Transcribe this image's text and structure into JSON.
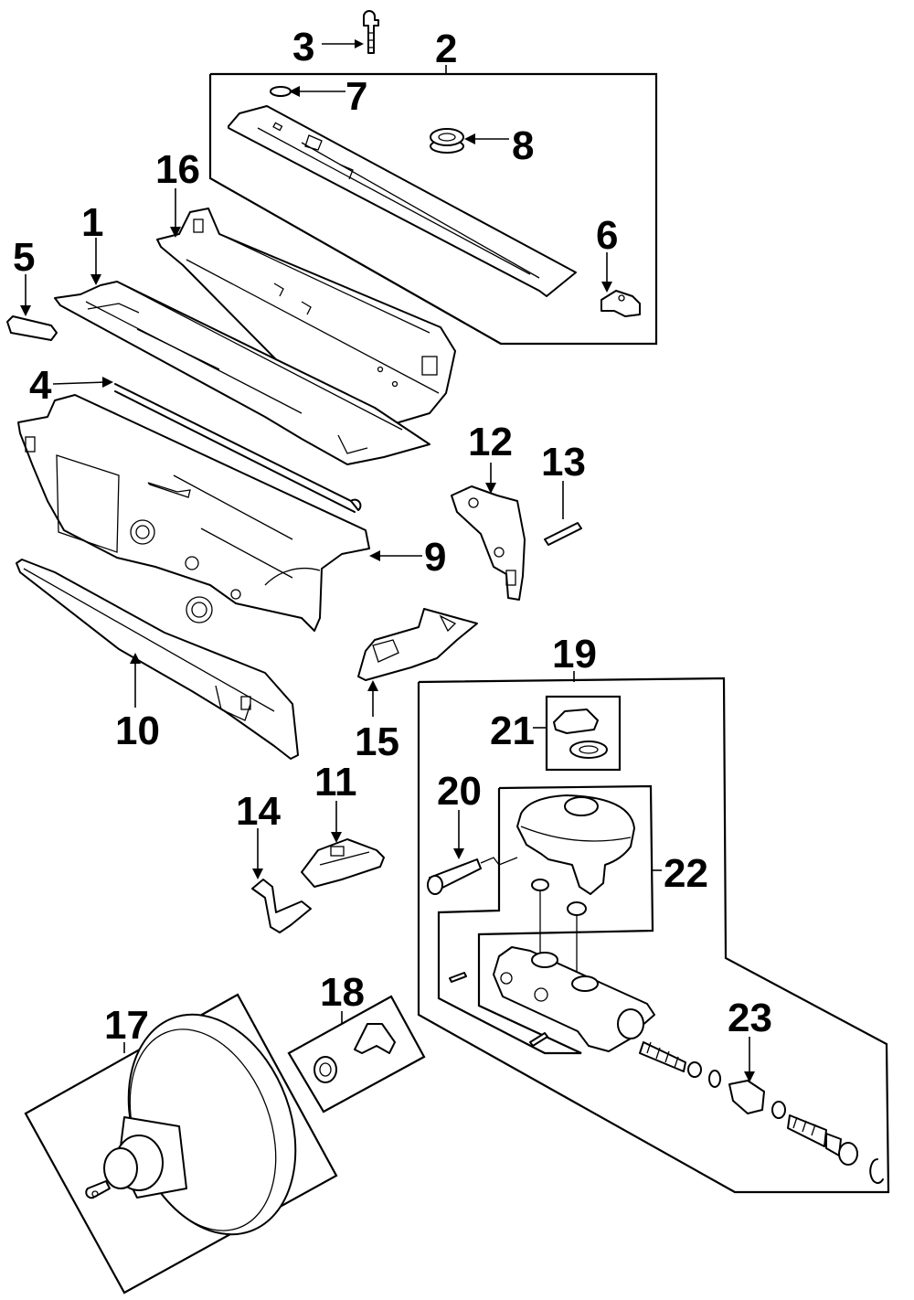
{
  "diagram": {
    "type": "exploded-parts-diagram",
    "subject": "Cowl panels, dash panel, brake booster and master cylinder",
    "colors": {
      "line": "#000000",
      "background": "#ffffff"
    },
    "callouts": [
      {
        "id": "1",
        "part": "cowl-top-panel"
      },
      {
        "id": "2",
        "part": "cowl-vent-panel-assembly"
      },
      {
        "id": "3",
        "part": "clip-screw"
      },
      {
        "id": "4",
        "part": "weatherstrip-seal"
      },
      {
        "id": "5",
        "part": "end-cap"
      },
      {
        "id": "6",
        "part": "retainer-clip"
      },
      {
        "id": "7",
        "part": "plug"
      },
      {
        "id": "8",
        "part": "grommet"
      },
      {
        "id": "9",
        "part": "dash-panel"
      },
      {
        "id": "10",
        "part": "lower-cowl-panel"
      },
      {
        "id": "11",
        "part": "bracket"
      },
      {
        "id": "12",
        "part": "side-bracket"
      },
      {
        "id": "13",
        "part": "pin"
      },
      {
        "id": "14",
        "part": "brace"
      },
      {
        "id": "15",
        "part": "reinforcement"
      },
      {
        "id": "16",
        "part": "cowl-inner-panel"
      },
      {
        "id": "17",
        "part": "brake-booster"
      },
      {
        "id": "18",
        "part": "check-valve-kit"
      },
      {
        "id": "19",
        "part": "master-cylinder-assembly"
      },
      {
        "id": "20",
        "part": "fluid-level-sensor"
      },
      {
        "id": "21",
        "part": "reservoir-cap"
      },
      {
        "id": "22",
        "part": "reservoir"
      },
      {
        "id": "23",
        "part": "repair-kit"
      }
    ]
  }
}
